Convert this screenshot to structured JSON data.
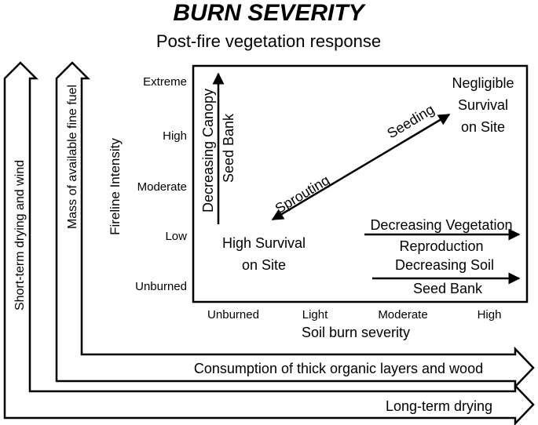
{
  "title": "BURN SEVERITY",
  "subtitle": "Post-fire vegetation response",
  "y_axis": {
    "label": "Fireline Intensity",
    "ticks": [
      "Extreme",
      "High",
      "Moderate",
      "Low",
      "Unburned"
    ]
  },
  "x_axis": {
    "label": "Soil burn severity",
    "ticks": [
      "Unburned",
      "Light",
      "Moderate",
      "High"
    ]
  },
  "box_labels": {
    "canopy_line1": "Decreasing Canopy",
    "canopy_line2": "Seed Bank",
    "negligible_line1": "Negligible",
    "negligible_line2": "Survival",
    "negligible_line3": "on Site",
    "high_survival_line1": "High Survival",
    "high_survival_line2": "on Site",
    "sprouting": "Sprouting",
    "seeding": "Seeding",
    "veg_line1": "Decreasing Vegetation",
    "veg_line2": "Reproduction",
    "soil_line1": "Decreasing Soil",
    "soil_line2": "Seed Bank"
  },
  "outer_arrows": {
    "short_term": "Short-term drying and wind",
    "fine_fuel": "Mass of available fine fuel",
    "thick_layers": "Consumption of thick organic layers and wood",
    "long_term": "Long-term drying"
  }
}
